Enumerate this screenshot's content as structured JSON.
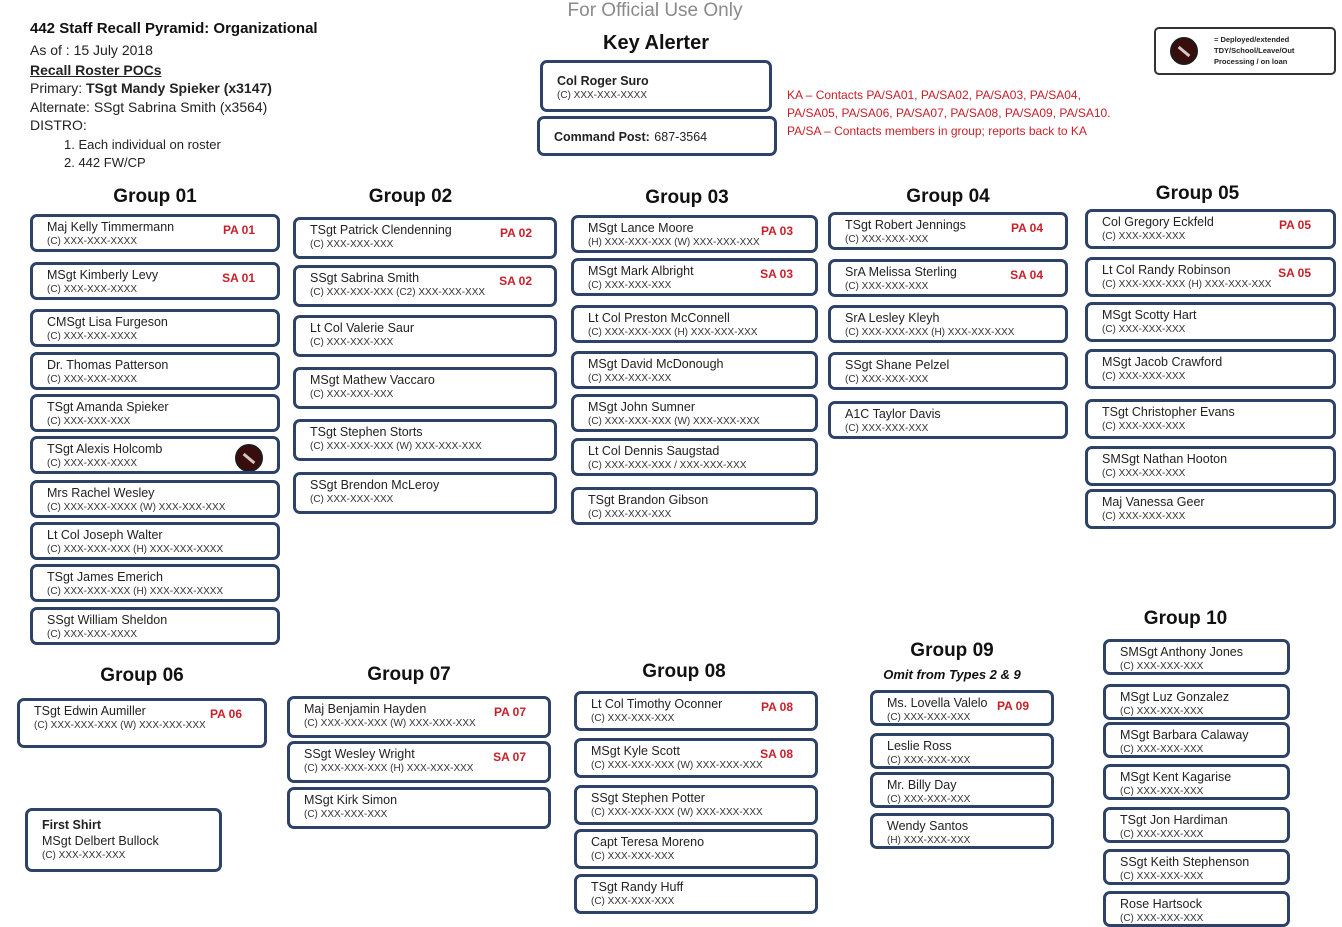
{
  "header": {
    "official": "For Official Use Only",
    "title": "442 Staff Recall Pyramid: Organizational",
    "as_of": "As of :  15 July 2018",
    "roster_heading": "Recall Roster POCs",
    "primary_label": "Primary: ",
    "primary_name": "TSgt Mandy Spieker (x3147)",
    "alternate": "Alternate: SSgt Sabrina Smith (x3564)",
    "distro_label": "DISTRO:",
    "distro_items": [
      "1.  Each individual on roster",
      "2.  442 FW/CP"
    ]
  },
  "key_alerter": {
    "heading": "Key Alerter",
    "name": "Col Roger Suro",
    "phone": "(C) XXX-XXX-XXXX",
    "command_post_label": "Command Post:",
    "command_post_phone": "687-3564",
    "notes": [
      "KA – Contacts PA/SA01, PA/SA02, PA/SA03, PA/SA04,",
      "PA/SA05, PA/SA06, PA/SA07, PA/SA08, PA/SA09, PA/SA10.",
      "PA/SA – Contacts members in group; reports back to KA"
    ]
  },
  "legend": {
    "icon": "deployed-symbol-icon",
    "text": "= Deployed/extended TDY/School/Leave/Out Processing / on loan"
  },
  "groups": {
    "g01": {
      "title": "Group 01",
      "members": [
        {
          "name": "Maj Kelly Timmermann",
          "phone": "(C) XXX-XXX-XXXX",
          "tag": "PA 01"
        },
        {
          "name": "MSgt Kimberly Levy",
          "phone": "(C) XXX-XXX-XXXX",
          "tag": "SA 01"
        },
        {
          "name": "CMSgt Lisa Furgeson",
          "phone": "(C) XXX-XXX-XXXX",
          "tag": ""
        },
        {
          "name": "Dr. Thomas Patterson",
          "phone": "(C) XXX-XXX-XXXX",
          "tag": ""
        },
        {
          "name": "TSgt Amanda Spieker",
          "phone": "(C) XXX-XXX-XXX",
          "tag": ""
        },
        {
          "name": "TSgt Alexis Holcomb",
          "phone": "(C) XXX-XXX-XXXX",
          "tag": ""
        },
        {
          "name": "Mrs Rachel Wesley",
          "phone": "(C) XXX-XXX-XXXX (W) XXX-XXX-XXX",
          "tag": ""
        },
        {
          "name": "Lt Col Joseph Walter",
          "phone": "(C) XXX-XXX-XXX (H) XXX-XXX-XXXX",
          "tag": ""
        },
        {
          "name": "TSgt James Emerich",
          "phone": "(C) XXX-XXX-XXX (H) XXX-XXX-XXXX",
          "tag": ""
        },
        {
          "name": "SSgt William Sheldon",
          "phone": "(C) XXX-XXX-XXXX",
          "tag": ""
        }
      ]
    },
    "g02": {
      "title": "Group 02",
      "members": [
        {
          "name": "TSgt Patrick Clendenning",
          "phone": "(C) XXX-XXX-XXX",
          "tag": "PA 02"
        },
        {
          "name": "SSgt Sabrina Smith",
          "phone": "(C) XXX-XXX-XXX (C2) XXX-XXX-XXX",
          "tag": "SA 02"
        },
        {
          "name": "Lt Col Valerie Saur",
          "phone": "(C) XXX-XXX-XXX",
          "tag": ""
        },
        {
          "name": "MSgt Mathew Vaccaro",
          "phone": "(C) XXX-XXX-XXX",
          "tag": ""
        },
        {
          "name": "TSgt Stephen Storts",
          "phone": "(C) XXX-XXX-XXX (W) XXX-XXX-XXX",
          "tag": ""
        },
        {
          "name": "SSgt Brendon McLeroy",
          "phone": "(C) XXX-XXX-XXX",
          "tag": ""
        }
      ]
    },
    "g03": {
      "title": "Group 03",
      "members": [
        {
          "name": "MSgt Lance Moore",
          "phone": "(H) XXX-XXX-XXX (W) XXX-XXX-XXX",
          "tag": "PA 03"
        },
        {
          "name": "MSgt Mark Albright",
          "phone": "(C) XXX-XXX-XXX",
          "tag": "SA 03"
        },
        {
          "name": "Lt Col Preston McConnell",
          "phone": "(C) XXX-XXX-XXX (H) XXX-XXX-XXX",
          "tag": ""
        },
        {
          "name": "MSgt David McDonough",
          "phone": "(C) XXX-XXX-XXX",
          "tag": ""
        },
        {
          "name": "MSgt John Sumner",
          "phone": "(C) XXX-XXX-XXX (W) XXX-XXX-XXX",
          "tag": ""
        },
        {
          "name": "Lt Col Dennis Saugstad",
          "phone": "(C) XXX-XXX-XXX / XXX-XXX-XXX",
          "tag": ""
        },
        {
          "name": "TSgt Brandon Gibson",
          "phone": "(C) XXX-XXX-XXX",
          "tag": ""
        }
      ]
    },
    "g04": {
      "title": "Group 04",
      "members": [
        {
          "name": "TSgt Robert Jennings",
          "phone": "(C) XXX-XXX-XXX",
          "tag": "PA 04"
        },
        {
          "name": "SrA Melissa Sterling",
          "phone": "(C) XXX-XXX-XXX",
          "tag": "SA 04"
        },
        {
          "name": "SrA Lesley Kleyh",
          "phone": "(C) XXX-XXX-XXX (H) XXX-XXX-XXX",
          "tag": ""
        },
        {
          "name": "SSgt Shane Pelzel",
          "phone": "(C) XXX-XXX-XXX",
          "tag": ""
        },
        {
          "name": "A1C Taylor Davis",
          "phone": "(C) XXX-XXX-XXX",
          "tag": ""
        }
      ]
    },
    "g05": {
      "title": "Group 05",
      "members": [
        {
          "name": "Col  Gregory Eckfeld",
          "phone": "(C) XXX-XXX-XXX",
          "tag": "PA 05"
        },
        {
          "name": "Lt Col  Randy Robinson",
          "phone": "(C) XXX-XXX-XXX (H) XXX-XXX-XXX",
          "tag": "SA 05"
        },
        {
          "name": "MSgt Scotty Hart",
          "phone": "(C) XXX-XXX-XXX",
          "tag": ""
        },
        {
          "name": "MSgt Jacob Crawford",
          "phone": "(C) XXX-XXX-XXX",
          "tag": ""
        },
        {
          "name": "TSgt Christopher Evans",
          "phone": "(C) XXX-XXX-XXX",
          "tag": ""
        },
        {
          "name": "SMSgt  Nathan Hooton",
          "phone": "(C) XXX-XXX-XXX",
          "tag": ""
        },
        {
          "name": "Maj Vanessa Geer",
          "phone": "(C) XXX-XXX-XXX",
          "tag": ""
        }
      ]
    },
    "g06": {
      "title": "Group 06",
      "members": [
        {
          "name": "TSgt Edwin Aumiller",
          "phone": "(C) XXX-XXX-XXX (W) XXX-XXX-XXX",
          "tag": "PA 06"
        }
      ]
    },
    "g07": {
      "title": "Group 07",
      "members": [
        {
          "name": "Maj Benjamin Hayden",
          "phone": "(C) XXX-XXX-XXX (W) XXX-XXX-XXX",
          "tag": "PA 07"
        },
        {
          "name": "SSgt Wesley Wright",
          "phone": "(C) XXX-XXX-XXX (H) XXX-XXX-XXX",
          "tag": "SA 07"
        },
        {
          "name": "MSgt Kirk Simon",
          "phone": "(C) XXX-XXX-XXX",
          "tag": ""
        }
      ]
    },
    "g08": {
      "title": "Group 08",
      "members": [
        {
          "name": "Lt Col Timothy Oconner",
          "phone": "(C) XXX-XXX-XXX",
          "tag": "PA 08"
        },
        {
          "name": "MSgt Kyle Scott",
          "phone": "(C) XXX-XXX-XXX (W) XXX-XXX-XXX",
          "tag": "SA 08"
        },
        {
          "name": "SSgt Stephen Potter",
          "phone": "(C) XXX-XXX-XXX (W) XXX-XXX-XXX",
          "tag": ""
        },
        {
          "name": "Capt Teresa Moreno",
          "phone": "(C) XXX-XXX-XXX",
          "tag": ""
        },
        {
          "name": "TSgt Randy Huff",
          "phone": "(C) XXX-XXX-XXX",
          "tag": ""
        }
      ]
    },
    "g09": {
      "title": "Group 09",
      "subtitle": "Omit from Types 2 & 9",
      "members": [
        {
          "name": "Ms. Lovella Valelo",
          "phone": "(C) XXX-XXX-XXX",
          "tag": "PA 09"
        },
        {
          "name": "Leslie Ross",
          "phone": "(C) XXX-XXX-XXX",
          "tag": ""
        },
        {
          "name": "Mr. Billy Day",
          "phone": "(C) XXX-XXX-XXX",
          "tag": ""
        },
        {
          "name": "Wendy Santos",
          "phone": "(H) XXX-XXX-XXX",
          "tag": ""
        }
      ]
    },
    "g10": {
      "title": "Group 10",
      "members": [
        {
          "name": "SMSgt Anthony Jones",
          "phone": "(C) XXX-XXX-XXX",
          "tag": ""
        },
        {
          "name": "MSgt Luz Gonzalez",
          "phone": "(C) XXX-XXX-XXX",
          "tag": ""
        },
        {
          "name": "MSgt Barbara Calaway",
          "phone": "(C) XXX-XXX-XXX",
          "tag": ""
        },
        {
          "name": "MSgt Kent Kagarise",
          "phone": "(C) XXX-XXX-XXX",
          "tag": ""
        },
        {
          "name": "TSgt Jon Hardiman",
          "phone": "(C) XXX-XXX-XXX",
          "tag": ""
        },
        {
          "name": "SSgt Keith Stephenson",
          "phone": "(C) XXX-XXX-XXX",
          "tag": ""
        },
        {
          "name": "Rose Hartsock",
          "phone": "(C) XXX-XXX-XXX",
          "tag": ""
        }
      ]
    }
  },
  "first_shirt": {
    "label": "First Shirt",
    "name": "MSgt Delbert Bullock",
    "phone": "(C) XXX-XXX-XXX"
  },
  "colors": {
    "box_border": "#2d4266",
    "red_tag": "#c8202a",
    "official_text": "#8a8a8a"
  }
}
